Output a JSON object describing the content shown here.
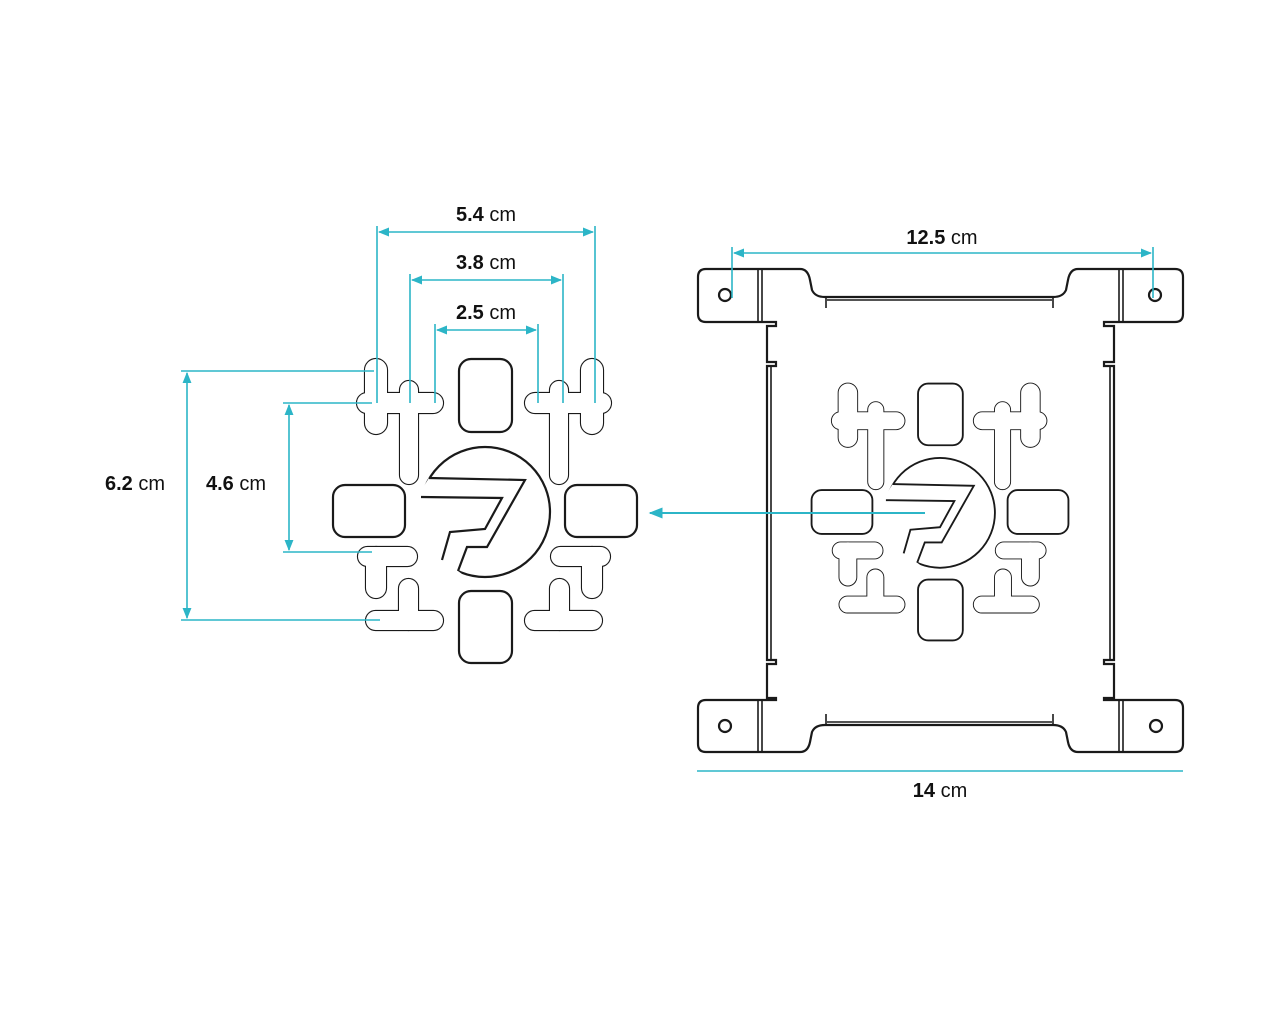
{
  "colors": {
    "dimension": "#2cb5c7",
    "outline": "#1a1a1a"
  },
  "dimensions": {
    "width_54": {
      "value": "5.4",
      "unit": "cm"
    },
    "width_38": {
      "value": "3.8",
      "unit": "cm"
    },
    "width_25": {
      "value": "2.5",
      "unit": "cm"
    },
    "height_62": {
      "value": "6.2",
      "unit": "cm"
    },
    "height_46": {
      "value": "4.6",
      "unit": "cm"
    },
    "hole_spacing_125": {
      "value": "12.5",
      "unit": "cm"
    },
    "bracket_width_14": {
      "value": "14",
      "unit": "cm"
    }
  }
}
